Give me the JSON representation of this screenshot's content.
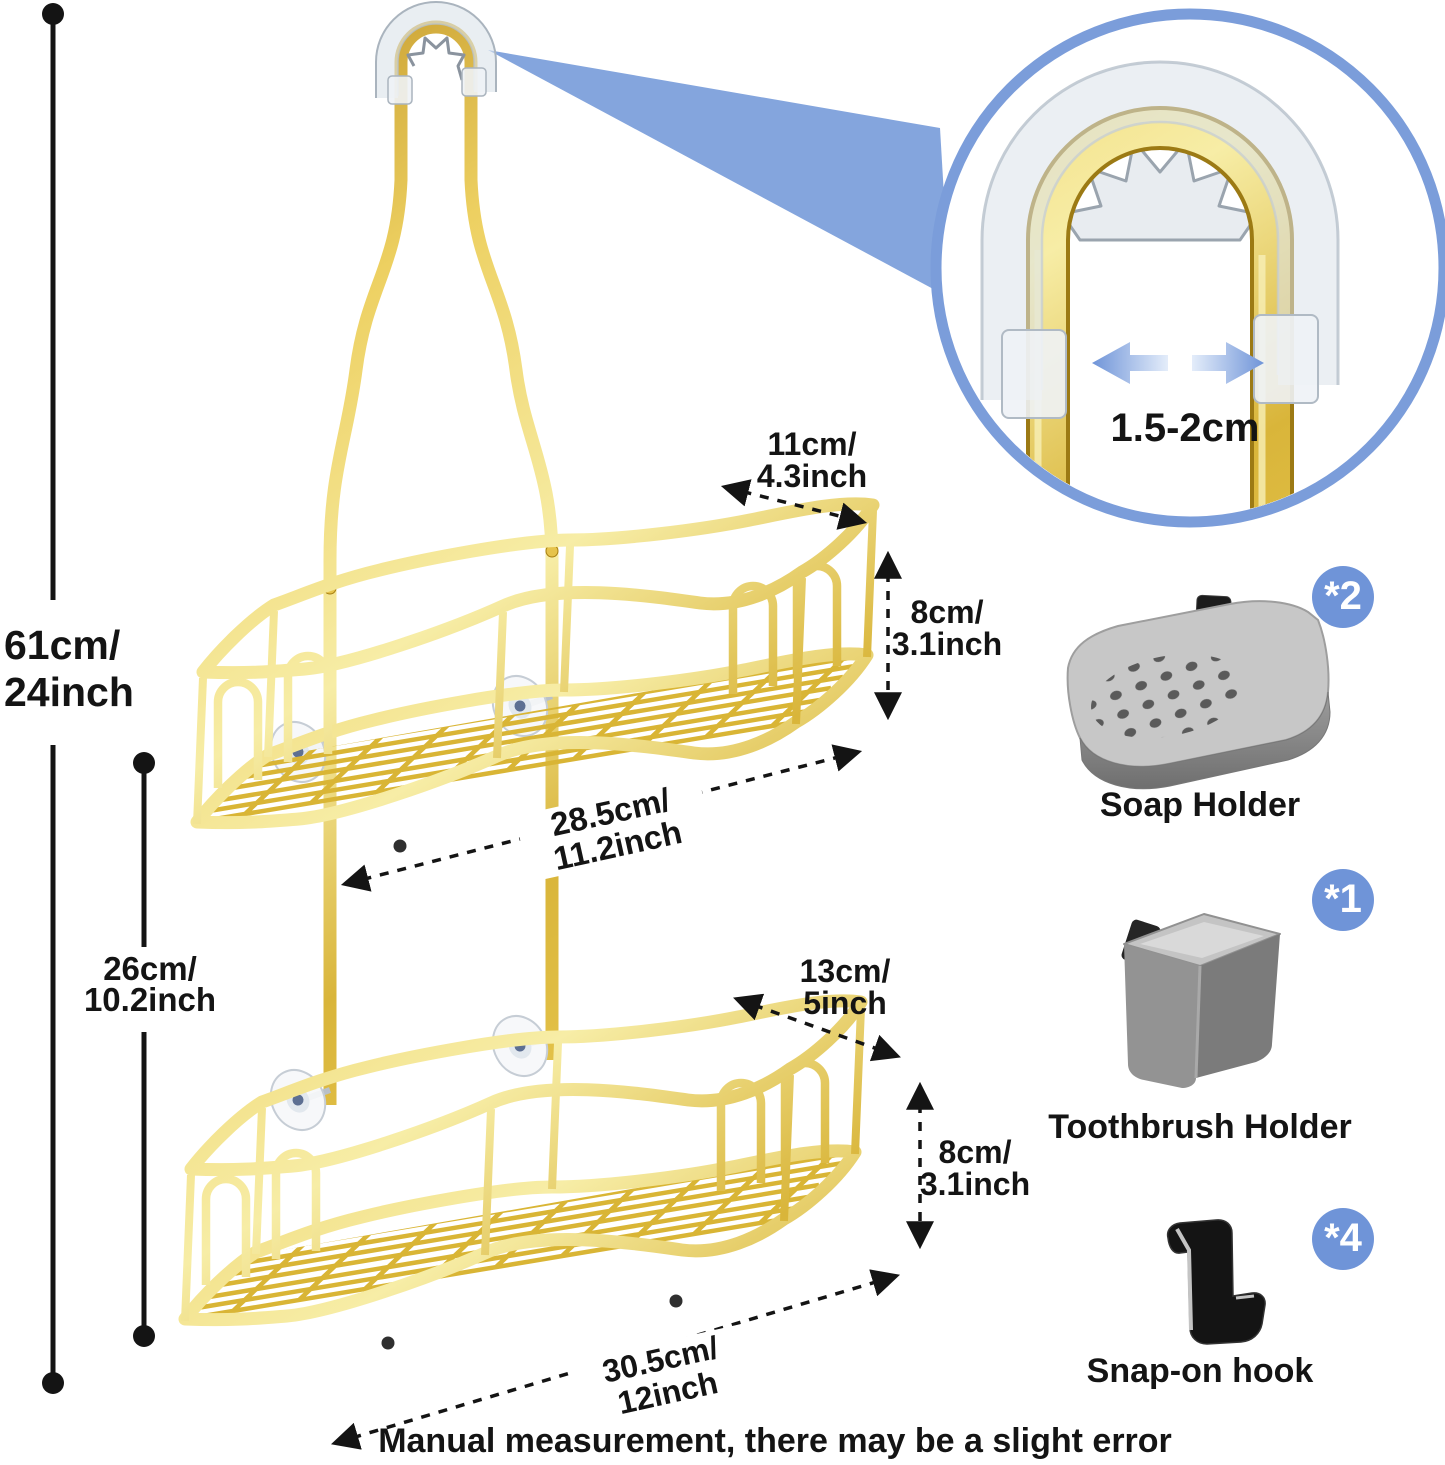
{
  "dimensions": {
    "overall_height": "61cm/\n24inch",
    "tier_gap": "26cm/\n10.2inch",
    "top_basket_depth": "11cm/\n4.3inch",
    "top_basket_height": "8cm/\n3.1inch",
    "top_basket_width": "28.5cm/\n11.2inch",
    "bottom_basket_depth": "13cm/\n5inch",
    "bottom_basket_height": "8cm/\n3.1inch",
    "bottom_basket_width": "30.5cm/\n12inch",
    "hook_clamp_range": "1.5-2cm"
  },
  "accessories": [
    {
      "label": "Soap Holder",
      "qty": "*2"
    },
    {
      "label": "Toothbrush Holder",
      "qty": "*1"
    },
    {
      "label": "Snap-on hook",
      "qty": "*4"
    }
  ],
  "note": "Manual measurement, there may be a slight error",
  "colors": {
    "accent_blue": "#6f94d8",
    "circle_border": "#7b9dda",
    "gold": "#d4af37",
    "text_dark": "#141414"
  }
}
